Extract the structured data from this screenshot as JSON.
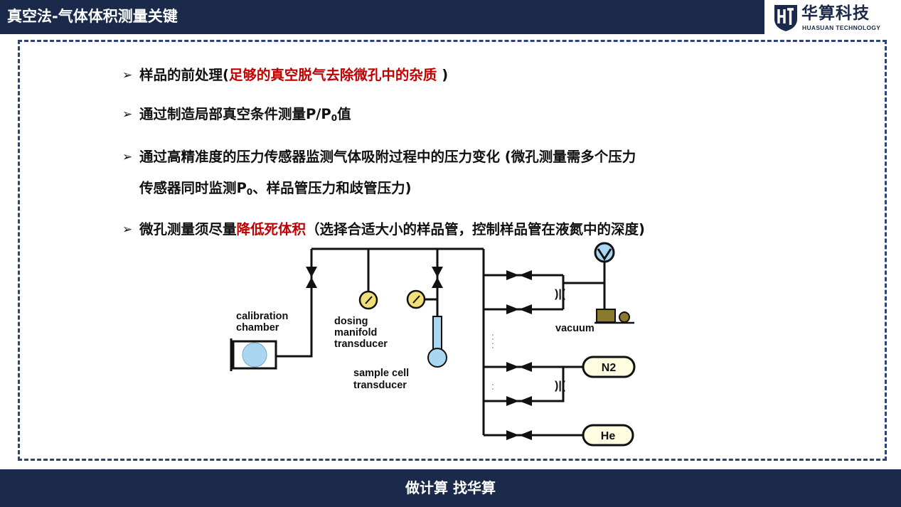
{
  "header": {
    "title": "真空法-气体体积测量关键"
  },
  "logo": {
    "mark": "H",
    "name": "华算科技",
    "subtitle": "HUASUAN TECHNOLOGY"
  },
  "bullets": {
    "b1_prefix": "样品的前处理(",
    "b1_red": "足够的真空脱气去除微孔中的杂质",
    "b1_suffix": " )",
    "b2_prefix": "通过制造局部真空条件测量P/P",
    "b2_sub": "0",
    "b2_suffix": "值",
    "b3_line1": "通过高精准度的压力传感器监测气体吸附过程中的压力变化 (微孔测量需多个压力",
    "b3_line2_prefix": "传感器同时监测P",
    "b3_line2_sub": "0",
    "b3_line2_suffix": "、样品管压力和歧管压力)",
    "b4_prefix": "微孔测量须尽量",
    "b4_red": "降低死体积",
    "b4_suffix": "（选择合适大小的样品管，控制样品管在液氮中的深度)"
  },
  "diagram": {
    "calibration_1": "calibration",
    "calibration_2": "chamber",
    "dosing_1": "dosing",
    "dosing_2": "manifold",
    "dosing_3": "transducer",
    "sample_1": "sample cell",
    "sample_2": "transducer",
    "vacuum": "vacuum",
    "tank_n2": "N2",
    "tank_he": "He",
    "restrictor": ")|("
  },
  "footer": {
    "slogan": "做计算 找华算"
  },
  "colors": {
    "navy": "#1b2a4a",
    "frame": "#2c4574",
    "accent_red": "#c00000",
    "tank_fill": "#fffce0",
    "chamber_fill": "#a9d7f2",
    "gauge_fill": "#f3df7a"
  }
}
